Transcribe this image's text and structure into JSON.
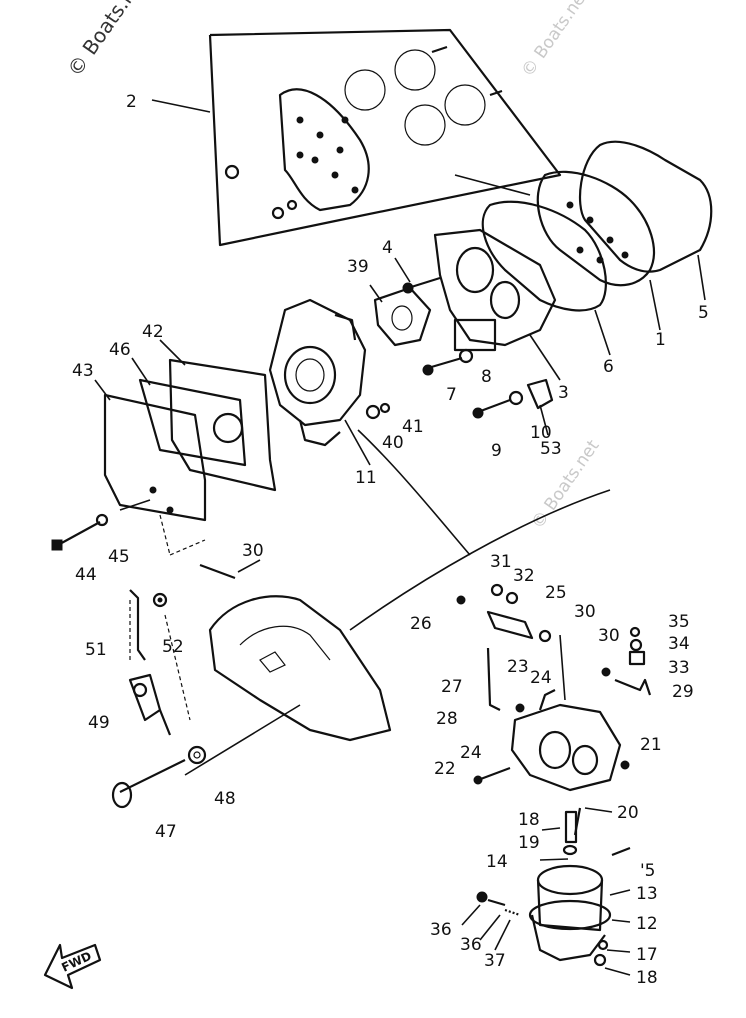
{
  "diagram": {
    "watermarks": [
      "© Boats.net",
      "© Boats.net",
      "© Boats.net"
    ],
    "fwd_label": "FWD",
    "callouts": [
      {
        "id": "c2",
        "label": "2"
      },
      {
        "id": "c4",
        "label": "4"
      },
      {
        "id": "c39",
        "label": "39"
      },
      {
        "id": "c1",
        "label": "1"
      },
      {
        "id": "c5",
        "label": "5"
      },
      {
        "id": "c6",
        "label": "6"
      },
      {
        "id": "c42",
        "label": "42"
      },
      {
        "id": "c46",
        "label": "46"
      },
      {
        "id": "c43",
        "label": "43"
      },
      {
        "id": "c8",
        "label": "8"
      },
      {
        "id": "c7",
        "label": "7"
      },
      {
        "id": "c3",
        "label": "3"
      },
      {
        "id": "c41",
        "label": "41"
      },
      {
        "id": "c40",
        "label": "40"
      },
      {
        "id": "c10",
        "label": "10"
      },
      {
        "id": "c9",
        "label": "9"
      },
      {
        "id": "c53",
        "label": "53"
      },
      {
        "id": "c11",
        "label": "11"
      },
      {
        "id": "c45",
        "label": "45"
      },
      {
        "id": "c44",
        "label": "44"
      },
      {
        "id": "c30a",
        "label": "30"
      },
      {
        "id": "c31",
        "label": "31"
      },
      {
        "id": "c32",
        "label": "32"
      },
      {
        "id": "c25",
        "label": "25"
      },
      {
        "id": "c26",
        "label": "26"
      },
      {
        "id": "c30b",
        "label": "30"
      },
      {
        "id": "c35",
        "label": "35"
      },
      {
        "id": "c30c",
        "label": "30"
      },
      {
        "id": "c34",
        "label": "34"
      },
      {
        "id": "c33",
        "label": "33"
      },
      {
        "id": "c51",
        "label": "51"
      },
      {
        "id": "c52",
        "label": "52"
      },
      {
        "id": "c27",
        "label": "27"
      },
      {
        "id": "c23",
        "label": "23"
      },
      {
        "id": "c24a",
        "label": "24"
      },
      {
        "id": "c29",
        "label": "29"
      },
      {
        "id": "c49",
        "label": "49"
      },
      {
        "id": "c28",
        "label": "28"
      },
      {
        "id": "c21",
        "label": "21"
      },
      {
        "id": "c24b",
        "label": "24"
      },
      {
        "id": "c22",
        "label": "22"
      },
      {
        "id": "c48",
        "label": "48"
      },
      {
        "id": "c20",
        "label": "20"
      },
      {
        "id": "c18a",
        "label": "18"
      },
      {
        "id": "c19",
        "label": "19"
      },
      {
        "id": "c47",
        "label": "47"
      },
      {
        "id": "c14",
        "label": "14"
      },
      {
        "id": "c15",
        "label": "'5"
      },
      {
        "id": "c13",
        "label": "13"
      },
      {
        "id": "c36a",
        "label": "36"
      },
      {
        "id": "c12",
        "label": "12"
      },
      {
        "id": "c36b",
        "label": "36"
      },
      {
        "id": "c17",
        "label": "17"
      },
      {
        "id": "c37",
        "label": "37"
      },
      {
        "id": "c18b",
        "label": "18"
      }
    ]
  }
}
